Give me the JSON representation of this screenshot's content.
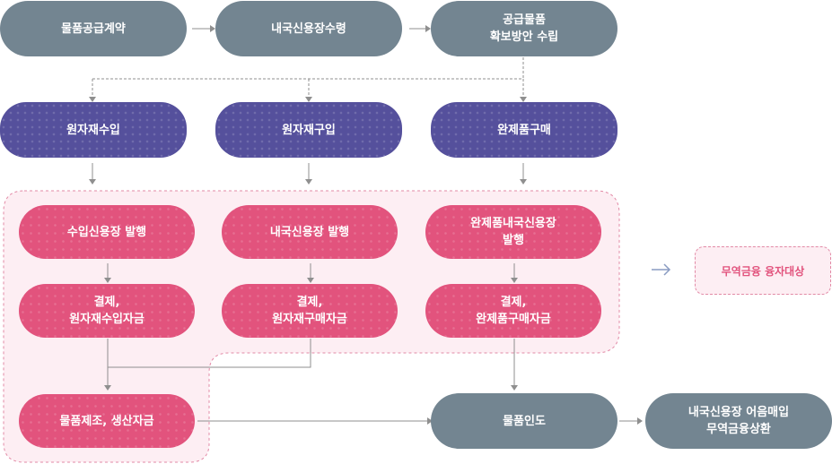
{
  "nodes": {
    "contract": "물품공급계약",
    "domestic_lc_order": "내국신용장수령",
    "goods_plan": "공급물품\n확보방안 수립",
    "raw_import": "원자재수입",
    "raw_purchase": "원자재구입",
    "finished_purchase": "완제품구매",
    "import_lc": "수입신용장 발행",
    "domestic_lc": "내국신용장 발행",
    "finished_domestic_lc": "완제품내국신용장\n발행",
    "settle_raw_import": "결제,\n원자재수입자금",
    "settle_raw_purchase": "결제,\n원자재구매자금",
    "settle_finished": "결제,\n완제품구매자금",
    "production": "물품제조, 생산자금",
    "delivery": "물품인도",
    "bill_purchase": "내국신용장 어음매입\n무역금융상환"
  },
  "legend": {
    "target_label": "무역금융 융자대상"
  },
  "colors": {
    "gray_node": "#738591",
    "purple_node": "#55509c",
    "pink_node": "#e2537d",
    "region_fill": "#fdeef3",
    "region_border": "#e28aa6",
    "connector": "#8f8f8f"
  }
}
